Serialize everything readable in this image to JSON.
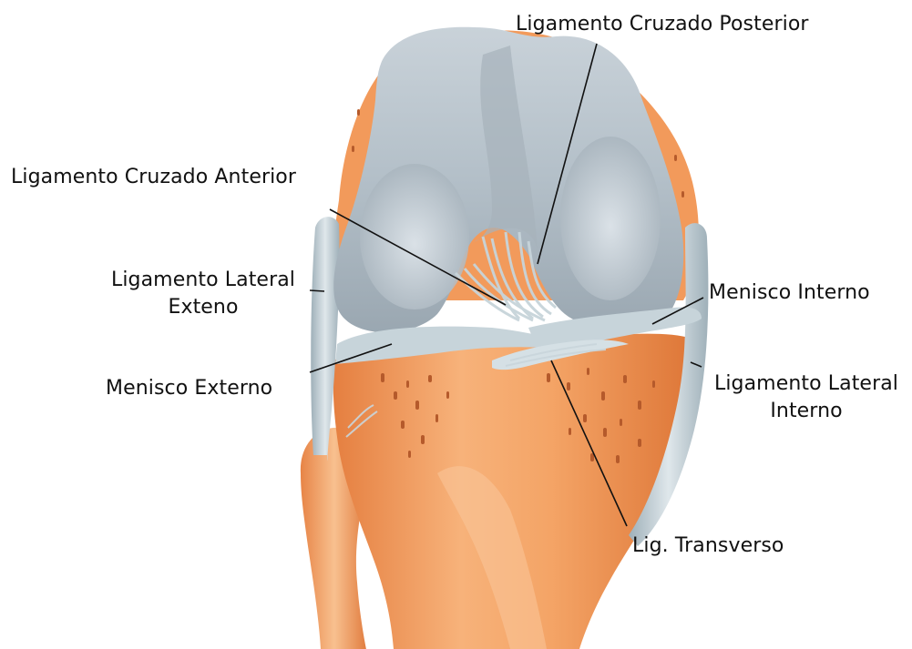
{
  "labels": {
    "posterior_cruciate": "Ligamento Cruzado Posterior",
    "anterior_cruciate": "Ligamento Cruzado Anterior",
    "lateral_external": {
      "line1": "Ligamento Lateral",
      "line2": "Exteno"
    },
    "medial_meniscus": "Menisco Interno",
    "lateral_meniscus": "Menisco Externo",
    "lateral_internal": {
      "line1": "Ligamento Lateral",
      "line2": "Interno"
    },
    "transverse": "Lig. Transverso"
  },
  "colors": {
    "bone_orange": "#f29a5b",
    "bone_light": "#f7be8c",
    "bone_shadow": "#d9763a",
    "femur_gray": "#b8c4cd",
    "femur_light": "#d9e1e7",
    "femur_dark": "#8f9ba5",
    "ligament": "#c7d4da",
    "pore": "#b55a2b"
  }
}
